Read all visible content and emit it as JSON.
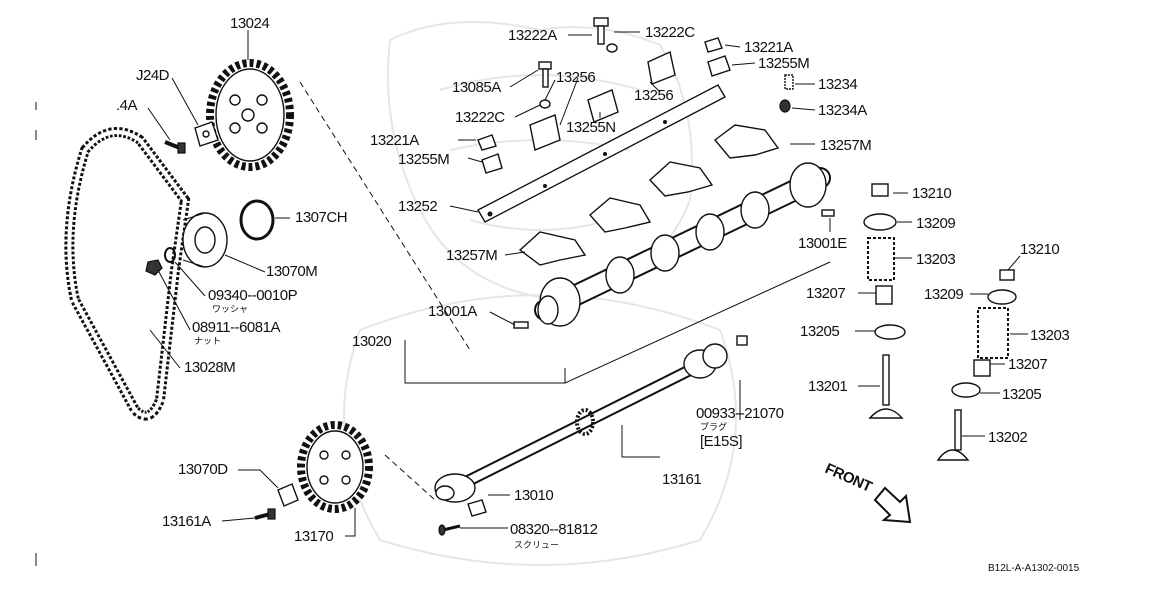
{
  "labels": {
    "p13024": "13024",
    "p24D": "J24D",
    "p4A": ".4A",
    "p13070H": "1307CH",
    "p13070M": "13070M",
    "p09340": "09340--0010P",
    "p09340_sub": "ワッシャ",
    "p08911": "08911--6081A",
    "p08911_sub": "ナット",
    "p13028M": "13028M",
    "p13070D": "13070D",
    "p13161A": "13161A",
    "p13170": "13170",
    "p13222A": "13222A",
    "p13222C_top": "13222C",
    "p13221A_top": "13221A",
    "p13255M_top": "13255M",
    "p13234": "13234",
    "p13234A": "13234A",
    "p13085A": "13085A",
    "p13256_left": "13256",
    "p13256_right": "13256",
    "p13222C_left": "13222C",
    "p13255N": "13255N",
    "p13221A_left": "13221A",
    "p13255M_left": "13255M",
    "p13257M_top": "13257M",
    "p13252": "13252",
    "p13257M_bottom": "13257M",
    "p13001E": "13001E",
    "p13001A": "13001A",
    "p13020": "13020",
    "p13210_a": "13210",
    "p13209_a": "13209",
    "p13203_a": "13203",
    "p13207_a": "13207",
    "p13205_a": "13205",
    "p13201": "13201",
    "p13210_b": "13210",
    "p13209_b": "13209",
    "p13203_b": "13203",
    "p13207_b": "13207",
    "p13205_b": "13205",
    "p13202": "13202",
    "p00933": "00933--21070",
    "p00933_sub": "プラグ",
    "p00933_code": "[E15S]",
    "p13161": "13161",
    "p13010": "13010",
    "p08320": "08320--81812",
    "p08320_sub": "スクリュー",
    "front": "FRONT",
    "ref_code": "B12L-A-A1302-0015"
  },
  "icons": {
    "front_arrow": "arrow-down-right-icon",
    "watermark": "samurai-helmet-watermark"
  }
}
